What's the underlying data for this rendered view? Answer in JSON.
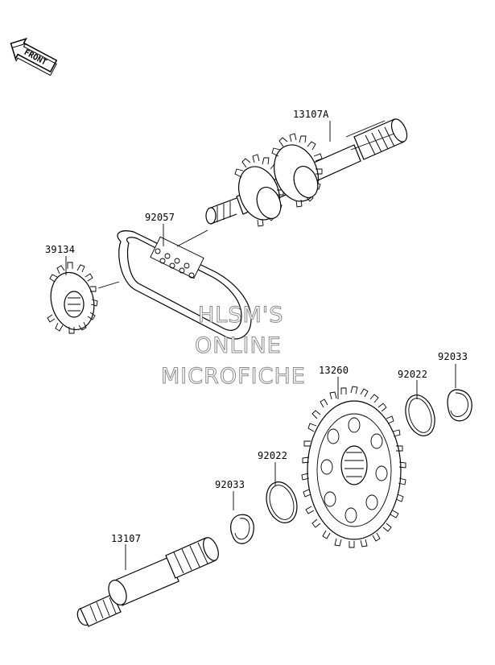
{
  "front_badge": {
    "text": "FRONT"
  },
  "labels": {
    "shaft_upper": "13107A",
    "chain": "92057",
    "sprocket": "39134",
    "gear": "13260",
    "ring_a_right": "92022",
    "ring_b_right": "92033",
    "ring_a_left": "92022",
    "ring_b_left": "92033",
    "shaft_lower": "13107"
  },
  "watermark": {
    "line1": "HLSM'S",
    "line2": "ONLINE",
    "line3": "MICROFICHE"
  }
}
